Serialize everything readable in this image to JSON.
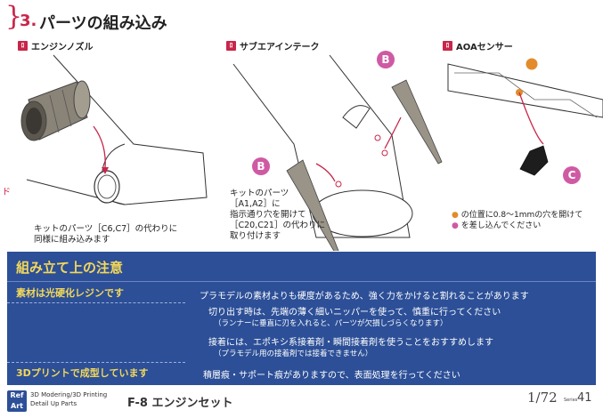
{
  "header": {
    "brace": "}",
    "section_number": "3.",
    "section_title": "パーツの組み込み"
  },
  "subsections": [
    {
      "tag": "ﾛ",
      "label": "エンジンノズル"
    },
    {
      "tag": "ﾛ",
      "label": "サブエアインテーク"
    },
    {
      "tag": "ﾛ",
      "label": "AOAセンサー"
    }
  ],
  "notes": {
    "engine": [
      "キットのパーツ［C6,C7］の代わりに",
      "同様に組み込みます"
    ],
    "intake": [
      "キットのパーツ",
      "［A1,A2］に",
      "指示通り穴を開けて",
      "［C20,C21］の代わりに",
      "取り付けます"
    ],
    "aoa": [
      "の位置に0.8〜1mmの穴を開けて",
      "を差し込んでください"
    ]
  },
  "callouts": {
    "b1": "B",
    "b2": "B",
    "c": "C"
  },
  "edge_mark": "ド",
  "caution": {
    "title": "組み立て上の注意",
    "sub_a": "素材は光硬化レジンです",
    "sub_b": "3Dプリントで成型しています",
    "lines": [
      "プラモデルの素材よりも硬度があるため、強く力をかけると割れることがあります",
      "切り出す時は、先端の薄く細いニッパーを使って、慎重に行ってください",
      "（ランナーに垂直に刃を入れると、パーツが欠損しづらくなります）",
      "接着には、エポキシ系接着剤・瞬間接着剤を使うことをおすすめします",
      "（プラモデル用の接着剤では接着できません）",
      "積層痕・サポート痕がありますので、表面処理を行ってください"
    ]
  },
  "footer": {
    "logo": "Ref Art",
    "brand_line1": "3D Modering/3D Printing",
    "brand_line2": "Detail Up Parts",
    "product": "F-8 エンジンセット",
    "scale": "1/72",
    "series": "Series",
    "page": "41"
  },
  "colors": {
    "accent": "#c8264a",
    "callout": "#cf5aa3",
    "caution_bg": "#2c4f97",
    "caution_heading": "#f3d85a"
  }
}
